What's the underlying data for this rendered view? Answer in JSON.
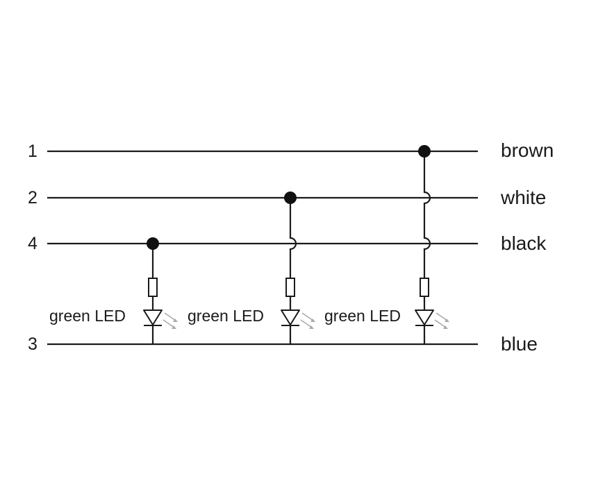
{
  "lines": [
    {
      "pin": "1",
      "color": "brown"
    },
    {
      "pin": "2",
      "color": "white"
    },
    {
      "pin": "4",
      "color": "black"
    },
    {
      "pin": "3",
      "color": "blue"
    }
  ],
  "leds": [
    {
      "label": "green LED",
      "connects_to": "4"
    },
    {
      "label": "green LED",
      "connects_to": "2"
    },
    {
      "label": "green LED",
      "connects_to": "1"
    }
  ]
}
